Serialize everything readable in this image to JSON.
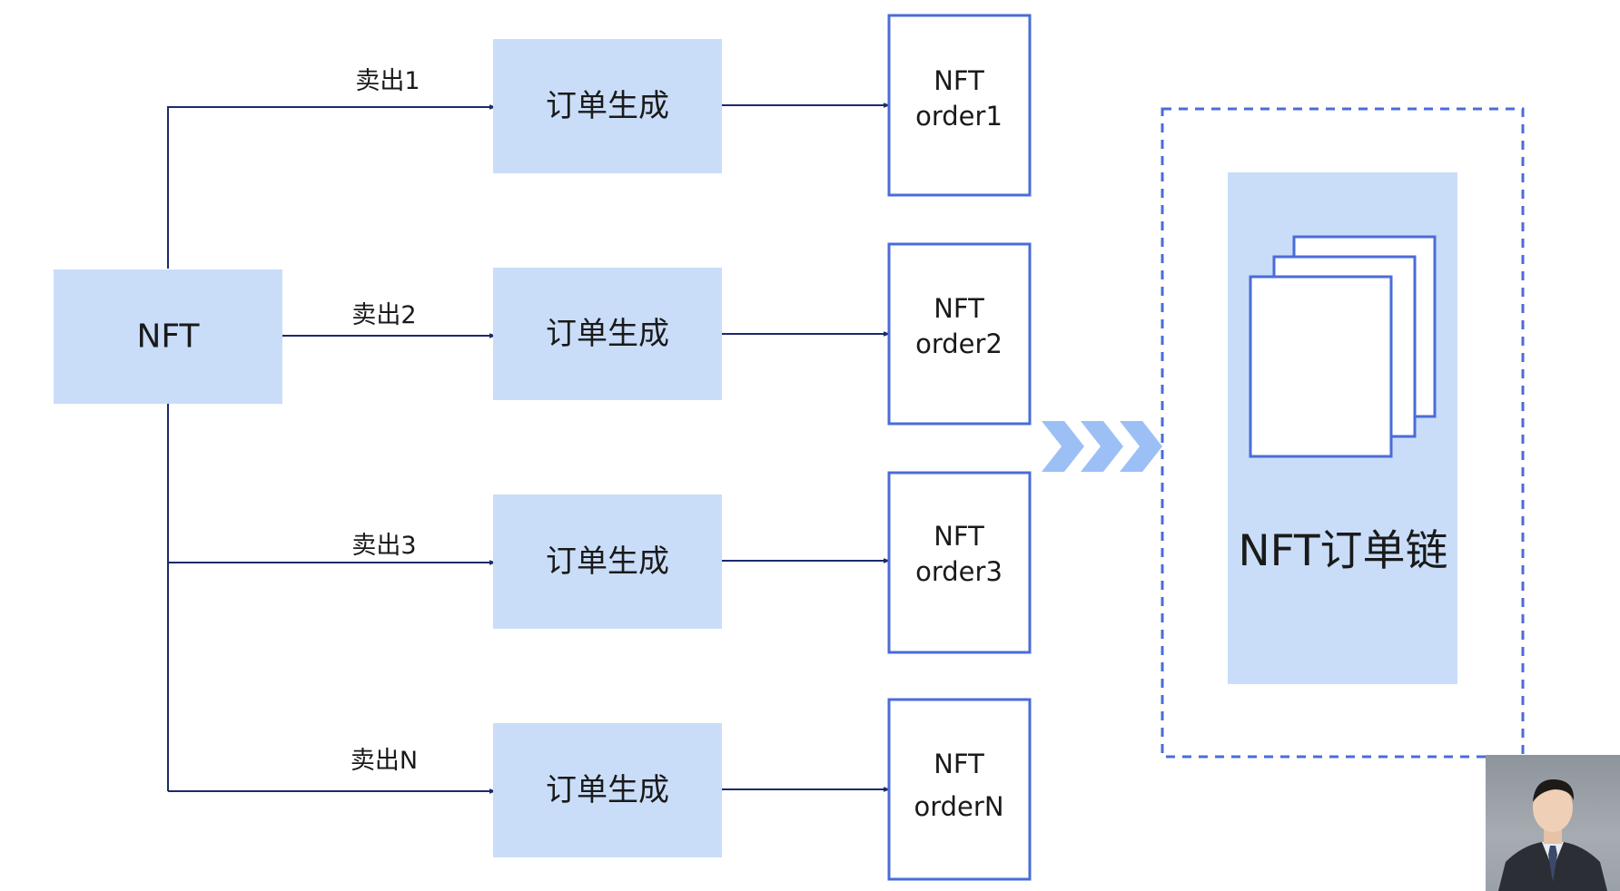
{
  "colors": {
    "fill_light_blue": "#c9ddf9",
    "stroke_blue": "#4a6cd8",
    "edge_dark_navy": "#1b2a6b",
    "chevron_blue": "#9cc0f6"
  },
  "source": {
    "label": "NFT"
  },
  "branches": [
    {
      "edge_label": "卖出1",
      "process_label": "订单生成",
      "order_line1": "NFT",
      "order_line2": "order1"
    },
    {
      "edge_label": "卖出2",
      "process_label": "订单生成",
      "order_line1": "NFT",
      "order_line2": "order2"
    },
    {
      "edge_label": "卖出3",
      "process_label": "订单生成",
      "order_line1": "NFT",
      "order_line2": "order3"
    },
    {
      "edge_label": "卖出N",
      "process_label": "订单生成",
      "order_line1": "NFT",
      "order_line2": "orderN"
    }
  ],
  "chain": {
    "label": "NFT订单链",
    "icon": "stacked-documents-icon"
  },
  "connector_icon": "triple-chevron-right-icon",
  "presenter": {
    "icon": "presenter-video-thumbnail"
  }
}
